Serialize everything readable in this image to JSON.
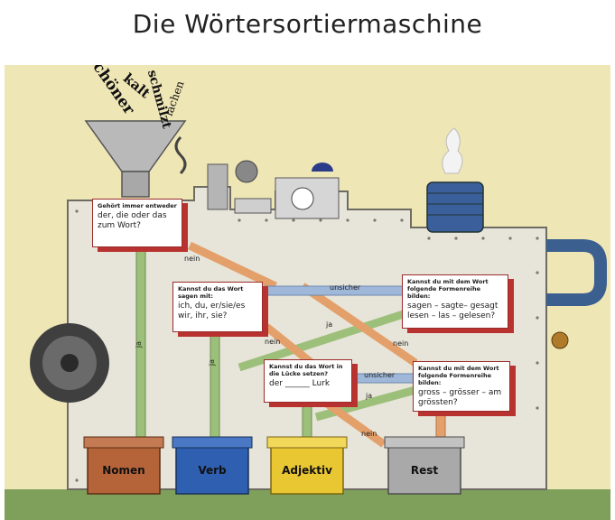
{
  "title": "Die Wörtersortiermaschine",
  "funnel_words": [
    "schöner",
    "kalt",
    "schmilzt",
    "lachen"
  ],
  "questions": {
    "q1": {
      "line1": "Gehört immer entweder",
      "answer": "der, die oder das zum Wort?"
    },
    "q2": {
      "line1": "Kannst du das Wort sagen mit:",
      "answer": "ich, du, er/sie/es wir, ihr, sie?"
    },
    "q3": {
      "line1": "Kannst du mit dem Wort folgende Formenreihe bilden:",
      "answer": "sagen – sagte– gesagt lesen – las – gelesen?"
    },
    "q4": {
      "line1": "Kannst du das Wort in die Lücke setzen?",
      "answer": "der ______ Lurk"
    },
    "q5": {
      "line1": "Kannst du mit dem Wort folgende Formenreihe bilden:",
      "answer": "gross – grösser – am grössten?"
    }
  },
  "pipe_labels": {
    "ja": "ja",
    "nein": "nein",
    "unsicher": "unsicher"
  },
  "bins": [
    {
      "label": "Nomen",
      "color": "#b5643a"
    },
    {
      "label": "Verb",
      "color": "#2f5fb0"
    },
    {
      "label": "Adjektiv",
      "color": "#e9c733"
    },
    {
      "label": "Rest",
      "color": "#a9a9a9"
    }
  ],
  "colors": {
    "machine": "#e7e4d9",
    "pipe_green": "#9cc07a",
    "pipe_orange": "#e4a06a",
    "pipe_blue": "#9fb7d8",
    "box_shadow": "#b8332f"
  }
}
